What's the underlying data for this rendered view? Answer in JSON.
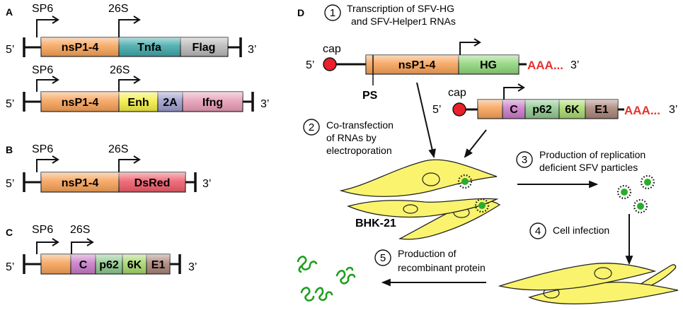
{
  "panel_a": {
    "label": "A",
    "constructs": [
      {
        "promoter_1": "SP6",
        "promoter_2": "26S",
        "five_prime": "5’",
        "three_prime": "3’",
        "segments": [
          "nsP1-4",
          "Tnfa",
          "Flag"
        ]
      },
      {
        "promoter_1": "SP6",
        "promoter_2": "26S",
        "five_prime": "5’",
        "three_prime": "3’",
        "segments": [
          "nsP1-4",
          "Enh",
          "2A",
          "Ifng"
        ]
      }
    ]
  },
  "panel_b": {
    "label": "B",
    "construct": {
      "promoter_1": "SP6",
      "promoter_2": "26S",
      "five_prime": "5’",
      "three_prime": "3’",
      "segments": [
        "nsP1-4",
        "DsRed"
      ]
    }
  },
  "panel_c": {
    "label": "C",
    "construct": {
      "promoter_1": "SP6",
      "promoter_2": "26S",
      "five_prime": "5’",
      "three_prime": "3’",
      "segments": [
        "C",
        "p62",
        "6K",
        "E1"
      ]
    }
  },
  "panel_d": {
    "label": "D",
    "steps": [
      {
        "number": "1",
        "lines": [
          "Transcription of SFV-HG",
          "and SFV-Helper1 RNAs"
        ]
      },
      {
        "number": "2",
        "lines": [
          "Co-transfection",
          "of RNAs by",
          "electroporation"
        ]
      },
      {
        "number": "3",
        "lines": [
          "Production of replication",
          "deficient SFV particles"
        ]
      },
      {
        "number": "4",
        "lines": [
          "Cell infection"
        ]
      },
      {
        "number": "5",
        "lines": [
          "Production of",
          "recombinant protein"
        ]
      }
    ],
    "rna_hg": {
      "cap": "cap",
      "five_prime": "5’",
      "three_prime": "3’",
      "segments": [
        "nsP1-4",
        "HG"
      ],
      "poly_a": "AAA...",
      "packaging_signal": "PS"
    },
    "rna_helper": {
      "cap": "cap",
      "five_prime": "5’",
      "three_prime": "3’",
      "segments": [
        "C",
        "p62",
        "6K",
        "E1"
      ],
      "poly_a": "AAA..."
    },
    "cell_line": "BHK-21"
  },
  "colors": {
    "nsp_orange": "#F6A157",
    "tnfa_teal": "#3FA7A8",
    "flag_gray": "#B7B7B7",
    "enh_yellow": "#F2EE45",
    "twoa_purple": "#9C9CCB",
    "ifng_pink": "#E79DB6",
    "dsred_red": "#EF5B6A",
    "capsid_purple": "#C77AC6",
    "p62_green": "#8DC78D",
    "sixk_green": "#A6D76B",
    "e1_brown": "#A98377",
    "hg_green": "#8ED57A",
    "cap_red": "#E8212A",
    "polya_red": "#E8322E",
    "cell_yellow": "#FAF36E",
    "particle_green": "#27AE2A",
    "protein_green": "#1E9E1E"
  }
}
